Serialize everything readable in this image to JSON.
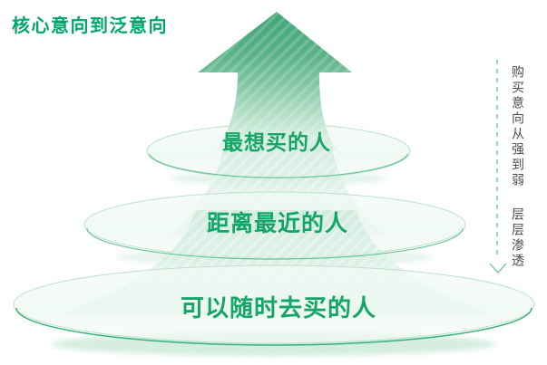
{
  "title": {
    "text": "核心意向到泛意向"
  },
  "tiers": [
    {
      "label": "最想买的人"
    },
    {
      "label": "距离最近的人"
    },
    {
      "label": "可以随时去买的人"
    }
  ],
  "arrow": {
    "direction": "up",
    "meaning": "core-intent-to-broad-intent flow"
  },
  "side_annotation": {
    "line1": "购买意向从强到弱",
    "line2": "层层渗透",
    "arrow_direction": "down"
  },
  "colors": {
    "title_green": "#00a76a",
    "tier_label_green": "#14a667",
    "arrow_dark_green": "#3ea578",
    "arrow_light_green": "#e2f3ea",
    "cone_green": "#d1ecdf",
    "disc_outline": "#b9e3cd",
    "disc_rim": "#46b581",
    "dashed_line_green": "#7fcfa5",
    "annotation_text": "#4c4c4c"
  }
}
